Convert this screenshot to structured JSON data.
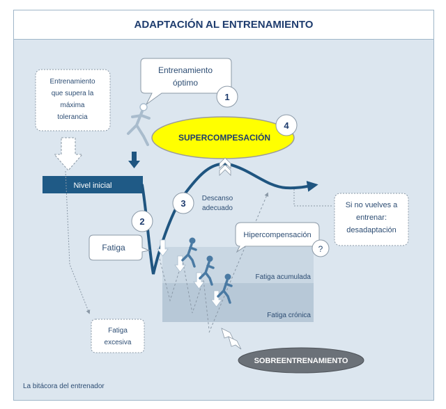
{
  "title": "ADAPTACIÓN AL ENTRENAMIENTO",
  "callouts": {
    "entrenamiento_optimo": [
      "Entrenamiento",
      "óptimo"
    ],
    "supera_tolerancia": [
      "Entrenamiento",
      "que supera la",
      "máxima",
      "tolerancia"
    ],
    "desadaptacion": [
      "Si no vuelves a",
      "entrenar:",
      "desadaptación"
    ],
    "descanso": [
      "Descanso",
      "adecuado"
    ],
    "hipercompensacion": "Hipercompensación",
    "question_mark": "?",
    "fatiga": "Fatiga",
    "fatiga_excesiva": [
      "Fatiga",
      "excesiva"
    ]
  },
  "labels": {
    "nivel_inicial": "Nivel inicial",
    "supercompensacion": "SUPERCOMPESACIÓN",
    "fatiga_acumulada": "Fatiga acumulada",
    "fatiga_cronica": "Fatiga crónica",
    "sobreentrenamiento": "SOBREENTRENAMIENTO"
  },
  "steps": [
    "1",
    "2",
    "3",
    "4"
  ],
  "footer": "La bitácora del entrenador",
  "colors": {
    "dark_blue": "#1f5580",
    "label_blue": "#1f5a86",
    "yellow": "#ffff00",
    "grey": "#6b7178",
    "background": "#dce6ef",
    "fatigue_zone": "#b9cad9"
  },
  "icons": [
    "runner-icon",
    "down-arrow-icon",
    "chevron-arrow-icon"
  ]
}
